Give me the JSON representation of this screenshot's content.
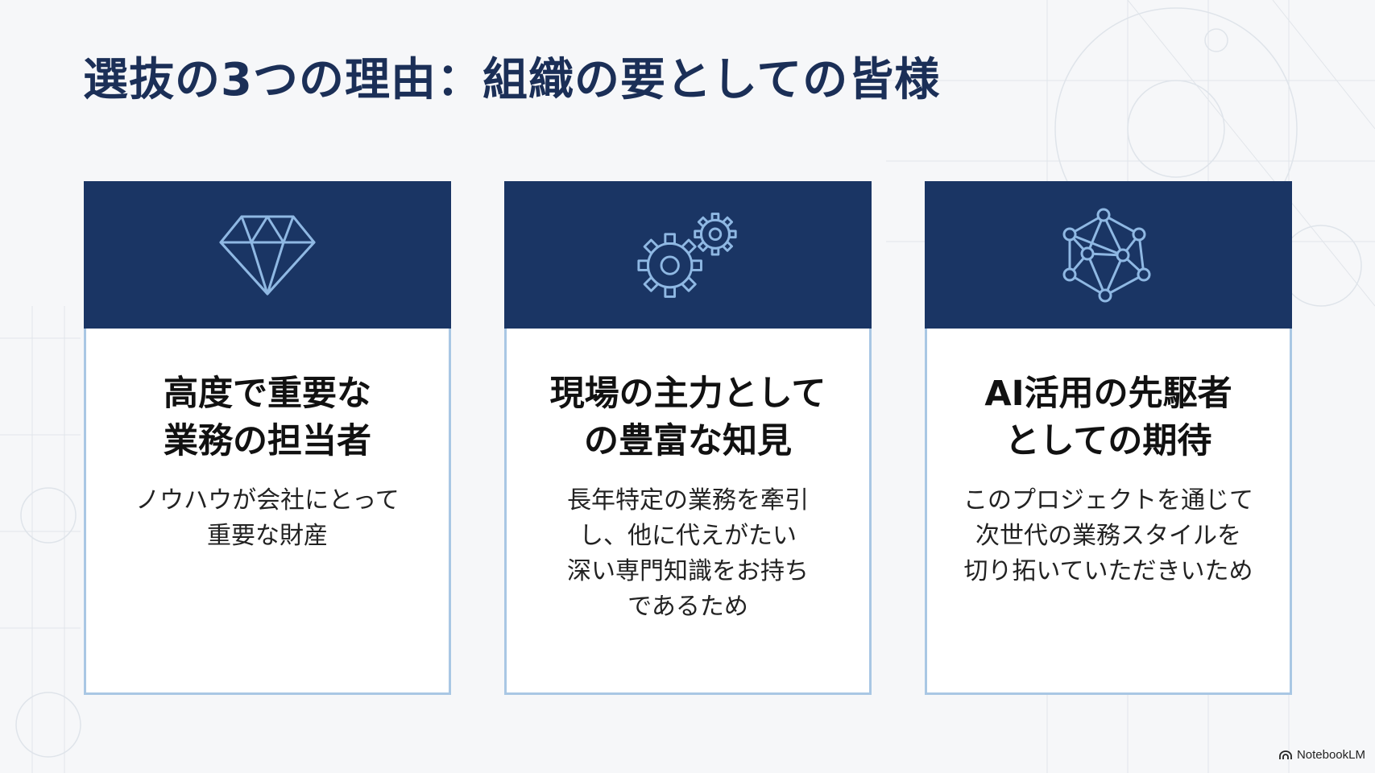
{
  "slide": {
    "title": "選抜の3つの理由：組織の要としての皆様",
    "accent_color": "#1a3564",
    "title_color": "#1b2f57",
    "card_border_color": "#a9c7e4",
    "icon_color": "#8fb8e3"
  },
  "cards": [
    {
      "icon": "diamond-icon",
      "title_lines": [
        "高度で重要な",
        "業務の担当者"
      ],
      "description_lines": [
        "ノウハウが会社にとって",
        "重要な財産"
      ]
    },
    {
      "icon": "gears-icon",
      "title_lines": [
        "現場の主力として",
        "の豊富な知見"
      ],
      "description_lines": [
        "長年特定の業務を牽引",
        "し、他に代えがたい",
        "深い専門知識をお持ち",
        "であるため"
      ]
    },
    {
      "icon": "network-icon",
      "title_lines": [
        "AI活用の先駆者",
        "としての期待"
      ],
      "description_lines": [
        "このプロジェクトを通じて",
        "次世代の業務スタイルを",
        "切り拓いていただきいため"
      ]
    }
  ],
  "footer": {
    "brand": "NotebookLM"
  }
}
